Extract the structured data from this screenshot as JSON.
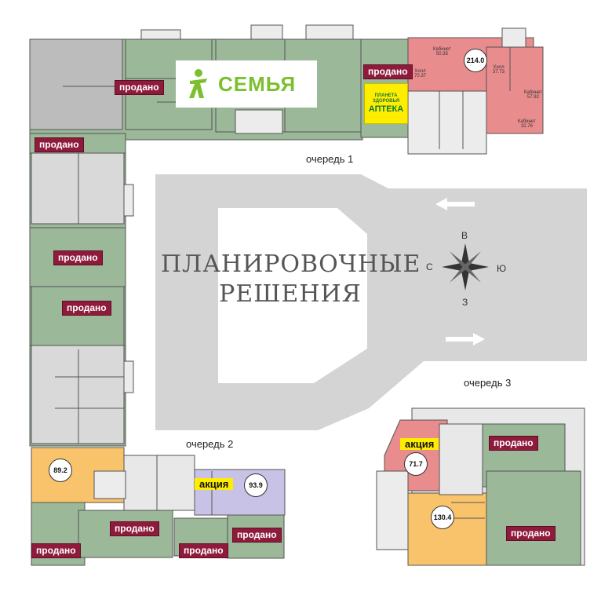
{
  "title": {
    "line1": "ПЛАНИРОВОЧНЫЕ",
    "line2": "РЕШЕНИЯ"
  },
  "queues": {
    "q1": "очередь 1",
    "q2": "очередь 2",
    "q3": "очередь 3"
  },
  "compass": {
    "north": "В",
    "south": "З",
    "west": "С",
    "east": "Ю"
  },
  "tenants": {
    "semya": "СЕМЬЯ",
    "apteka": "АПТЕКА",
    "apteka_brand": "ПЛАНЕТА ЗДОРОВЬЯ"
  },
  "labels": {
    "sold": "продано",
    "promo": "акция"
  },
  "areas": {
    "a214": "214.0",
    "a89": "89.2",
    "a93": "93.9",
    "a71": "71.7",
    "a130": "130.4"
  },
  "rooms": {
    "cab1": "Кабинет",
    "cab1_area": "50.35",
    "hall1": "Холл",
    "hall1_area": "37.73",
    "cab2": "Кабинет",
    "cab2_area": "57.92",
    "cab3": "Кабинет",
    "cab3_area": "32.76",
    "hall2": "Холл",
    "hall2_area": "70.37"
  },
  "colors": {
    "sold_fill": "#9bb899",
    "sold_label": "#8e1b3c",
    "available_orange": "#f9c36c",
    "available_pink": "#e98c8e",
    "available_lilac": "#c8c3e6",
    "courtyard": "#d4d4d4",
    "promo": "#ffed00",
    "brand_green": "#7cbf2f"
  },
  "icons": {
    "semya_logo": "person-figure-icon",
    "compass": "compass-rose-icon",
    "arrows": "direction-arrow-icon"
  }
}
